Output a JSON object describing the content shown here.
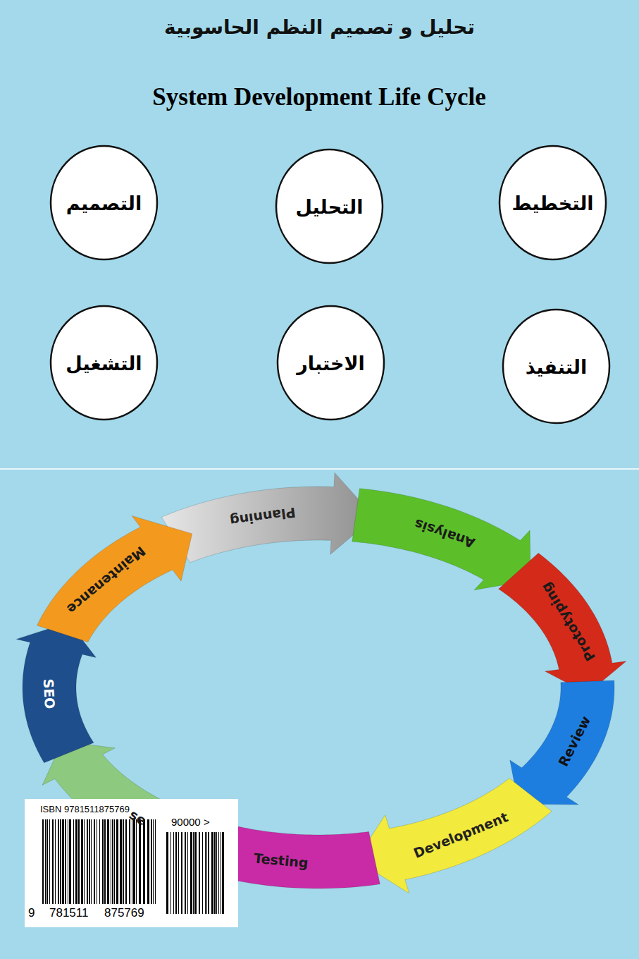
{
  "diagram": {
    "title": "تحليل و تصميم النظم الحاسوبية",
    "nodes": [
      {
        "text": [
          "التخطيط"
        ]
      },
      {
        "text": [
          "التحليل"
        ]
      },
      {
        "text": [
          "التصميم"
        ]
      },
      {
        "text": [
          "التنفيذ"
        ]
      },
      {
        "text": [
          "الاختبار"
        ]
      },
      {
        "text": [
          "التشغيل"
        ]
      },
      {
        "text": [
          "Planning"
        ]
      },
      {
        "text": [
          "Analysis"
        ]
      },
      {
        "text": [
          "Prototyping"
        ]
      },
      {
        "text": [
          "Review"
        ]
      },
      {
        "text": [
          "Development"
        ]
      },
      {
        "text": [
          "Testing"
        ]
      },
      {
        "text": [
          "se"
        ]
      },
      {
        "text": [
          "SEO"
        ]
      },
      {
        "text": [
          "Maintenance"
        ]
      }
    ],
    "labels": [
      "System Development Life Cycle",
      "ISBN 9781511875769",
      "90000 >",
      "9",
      "781511",
      "875769"
    ]
  }
}
